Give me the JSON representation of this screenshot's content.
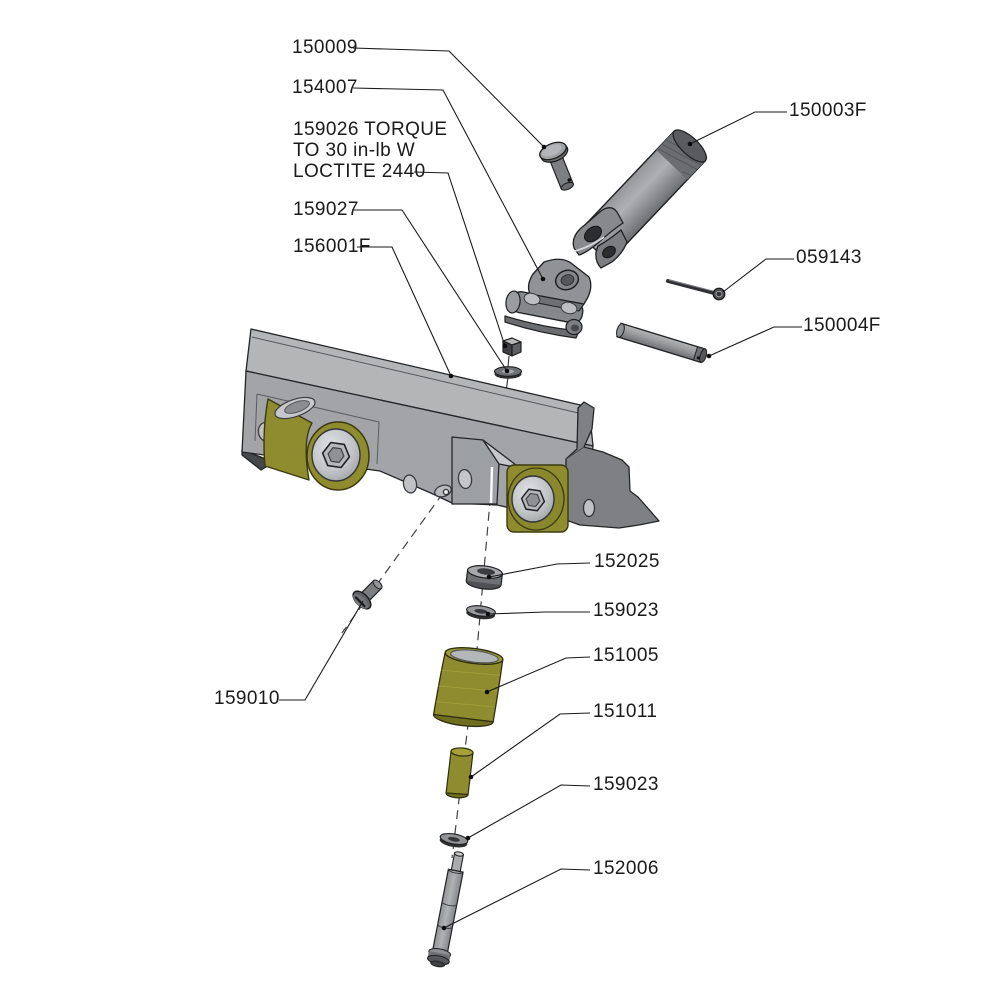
{
  "figure": {
    "kind": "exploded-parts-diagram",
    "background": "#ffffff"
  },
  "colors": {
    "background": "#ffffff",
    "body_gray": "#a2a4a7",
    "body_gray_light": "#b3b5b7",
    "roller_olive": "#8e8c2e",
    "hardware_gray": "#7d7f81",
    "silver": "#c9cccf",
    "ink": "#1a1a1a"
  },
  "callouts": {
    "c150009": {
      "part_number": "150009"
    },
    "c154007": {
      "part_number": "154007"
    },
    "torque_note": {
      "text": "159026 TORQUE\nTO 30 in-lb W\nLOCTITE 2440"
    },
    "c159027": {
      "part_number": "159027"
    },
    "c156001F": {
      "part_number": "156001F"
    },
    "c150003F": {
      "part_number": "150003F"
    },
    "c059143": {
      "part_number": "059143"
    },
    "c150004F": {
      "part_number": "150004F"
    },
    "c152025": {
      "part_number": "152025"
    },
    "c159023_upper": {
      "part_number": "159023"
    },
    "c151005": {
      "part_number": "151005"
    },
    "c151011": {
      "part_number": "151011"
    },
    "c159023_lower": {
      "part_number": "159023"
    },
    "c152006": {
      "part_number": "152006"
    },
    "c159010": {
      "part_number": "159010"
    }
  }
}
